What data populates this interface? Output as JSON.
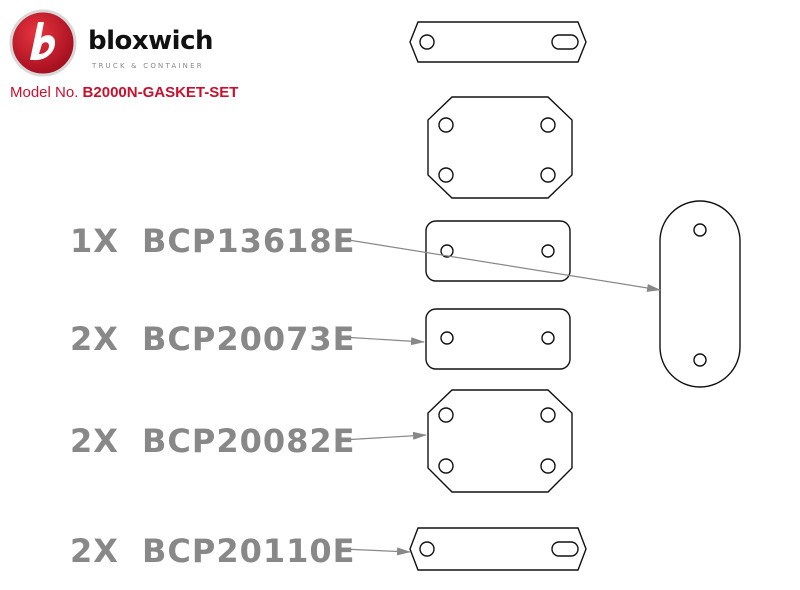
{
  "brand": {
    "name": "bloxwich",
    "tagline": "TRUCK & CONTAINER",
    "accent_color": "#c8102e"
  },
  "model": {
    "prefix": "Model No.",
    "number": "B2000N-GASKET-SET"
  },
  "parts": [
    {
      "quantity": "1X",
      "code": "BCP13618E"
    },
    {
      "quantity": "2X",
      "code": "BCP20073E"
    },
    {
      "quantity": "2X",
      "code": "BCP20082E"
    },
    {
      "quantity": "2X",
      "code": "BCP20110E"
    }
  ],
  "colors": {
    "label_gray": "#888888",
    "outline": "#111111",
    "leader": "#888888"
  }
}
